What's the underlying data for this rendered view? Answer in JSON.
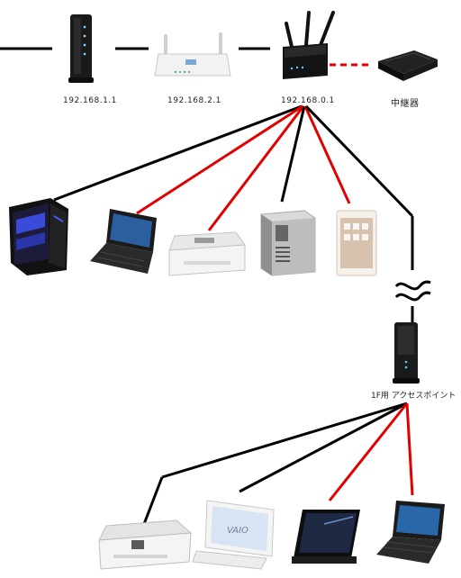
{
  "labels": {
    "modem_ip": "192.168.1.1",
    "router_ip": "192.168.2.1",
    "main_router_ip": "192.168.0.1",
    "repeater": "中継器",
    "access_point": "1F用 アクセスポイント"
  },
  "legend_colors": {
    "wired": "#000000",
    "wireless": "#ff0000",
    "wireless_dashed": "#ff0000"
  },
  "devices": {
    "modem": "modem-icon",
    "router_white": "router-icon",
    "router_main": "wifi-router-icon",
    "repeater": "repeater-icon",
    "desktop_pc": "desktop-pc-icon",
    "laptop": "laptop-icon",
    "printer": "printer-icon",
    "nas": "nas-icon",
    "tablet": "tablet-icon",
    "access_point": "access-point-icon",
    "printer_2": "printer-icon",
    "vaio_pc": "all-in-one-pc-icon",
    "tablet_2": "tablet-icon",
    "laptop_2": "laptop-icon"
  }
}
